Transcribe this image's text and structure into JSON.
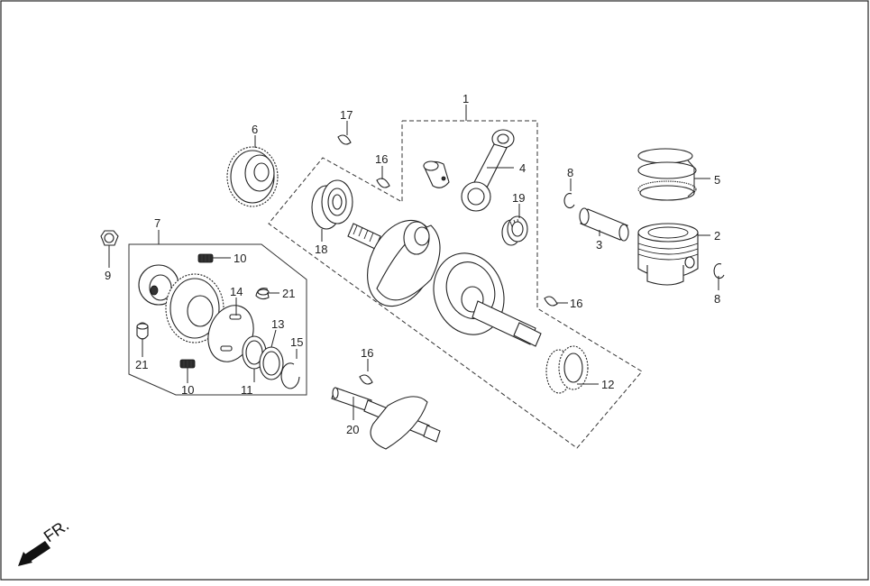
{
  "colors": {
    "line": "#222222",
    "background": "#ffffff"
  },
  "direction_label": "FR.",
  "callouts": {
    "c1": "1",
    "c2": "2",
    "c3": "3",
    "c4": "4",
    "c5": "5",
    "c6": "6",
    "c7": "7",
    "c8a": "8",
    "c8b": "8",
    "c9": "9",
    "c10a": "10",
    "c10b": "10",
    "c11": "11",
    "c12": "12",
    "c13": "13",
    "c14": "14",
    "c15": "15",
    "c16a": "16",
    "c16b": "16",
    "c16c": "16",
    "c17": "17",
    "c18": "18",
    "c19": "19",
    "c20": "20",
    "c21a": "21",
    "c21b": "21"
  }
}
